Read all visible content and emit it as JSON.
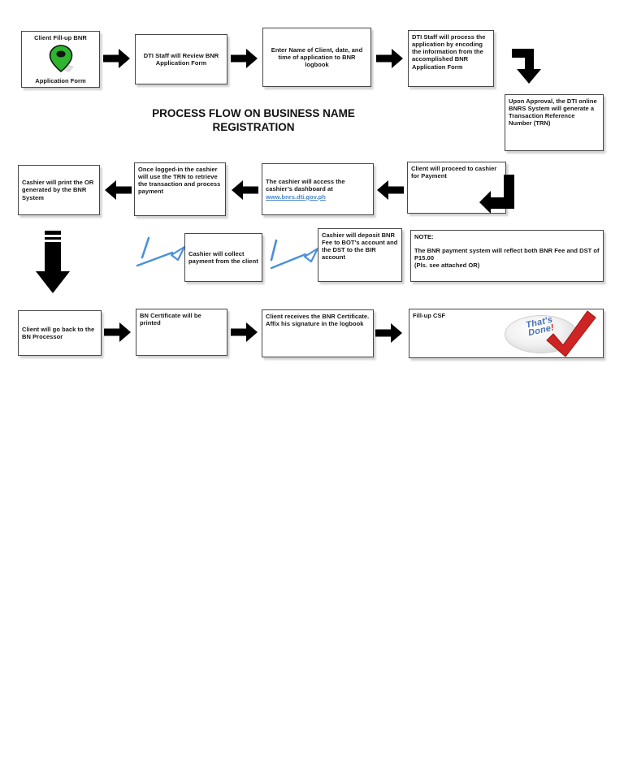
{
  "title": {
    "line1": "PROCESS FLOW ON BUSINESS NAME",
    "line2": "REGISTRATION"
  },
  "steps": {
    "fillup_top": "Client Fill-up BNR",
    "fillup_bottom": "Application Form",
    "review": "DTI Staff will Review BNR Application Form",
    "logbook": "Enter Name of Client, date, and time of application to BNR logbook",
    "encode": "DTI Staff  will process the application by encoding the information from the accomplished BNR Application Form",
    "trn": "Upon Approval, the DTI online BNRS System will generate a Transaction Reference Number (TRN)",
    "proceed_cashier": "Client will proceed to cashier for Payment",
    "dashboard_text": "The cashier will access the cashier’s dashboard at",
    "dashboard_link": "www.bnrs.dti.gov.ph",
    "retrieve": "Once logged-in the cashier will use the TRN to retrieve the transaction and process payment",
    "print_or": "Cashier will print the OR generated by the BNR System",
    "collect": "Cashier will collect payment from the client",
    "deposit": "Cashier will deposit BNR Fee to BOT's account and the DST to the BIR account",
    "go_back": "Client will go back to the BN Processor",
    "certificate": "BN Certificate will be printed",
    "receives": "Client receives the BNR Certificate. Affix his signature in the logbook",
    "csf": "Fill-up CSF"
  },
  "note": {
    "heading": "NOTE:",
    "body": "The BNR payment system will reflect both BNR Fee and DST of P15.00",
    "footer": "(Pls. see attached OR)"
  },
  "badge": {
    "word1": "That's",
    "word2": "Done",
    "bang": "!"
  },
  "icons": {
    "pin": "map-pin-icon",
    "check": "checkmark-icon",
    "flow_arrows": "block-arrow-icons",
    "hand_arrows": "hand-drawn-arrow-icons"
  },
  "colors": {
    "arrow_black": "#000000",
    "link_blue": "#4a86c8",
    "pin_green": "#2db52d",
    "hand_arrow_blue": "#4a90d9",
    "check_red": "#cf2424",
    "badge_text_blue": "#4a72b8"
  }
}
